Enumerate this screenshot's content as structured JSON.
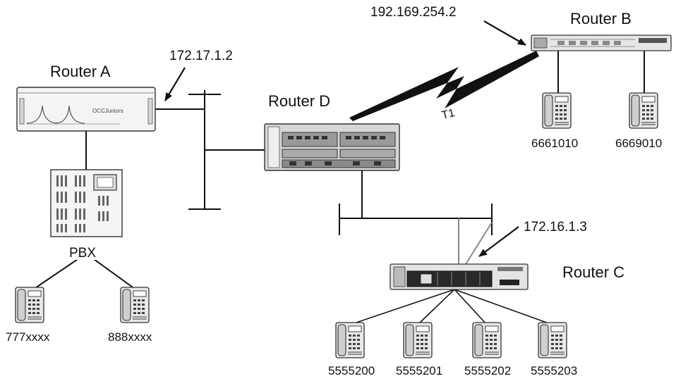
{
  "routers": {
    "a": {
      "label": "Router A",
      "ip": "172.17.1.2",
      "panel_text": "OCCJuniors"
    },
    "b": {
      "label": "Router B",
      "ip": "192.169.254.2"
    },
    "c": {
      "label": "Router C",
      "ip": "172.16.1.3"
    },
    "d": {
      "label": "Router D"
    }
  },
  "pbx": {
    "label": "PBX"
  },
  "wan": {
    "label": "T1"
  },
  "phones": {
    "pbx_left": "777xxxx",
    "pbx_right": "888xxxx",
    "b1": "6661010",
    "b2": "6669010",
    "c1": "5555200",
    "c2": "5555201",
    "c3": "5555202",
    "c4": "5555203"
  }
}
